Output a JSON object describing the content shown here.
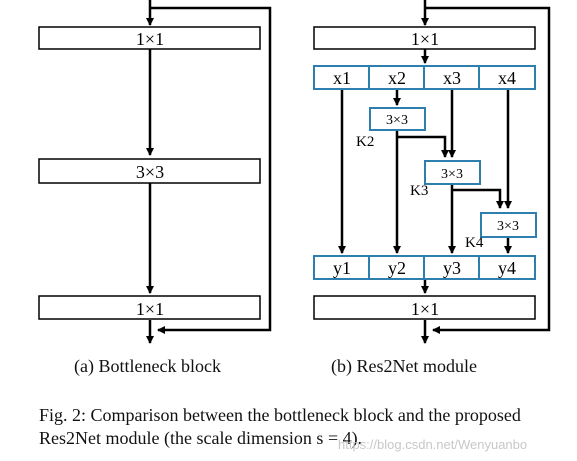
{
  "bottleneck": {
    "conv1": "1×1",
    "conv2": "3×3",
    "conv3": "1×1",
    "label": "(a) Bottleneck block"
  },
  "res2net": {
    "conv_in": "1×1",
    "splits": [
      "x1",
      "x2",
      "x3",
      "x4"
    ],
    "convs": [
      "3×3",
      "3×3",
      "3×3"
    ],
    "kernel_labels": [
      "K2",
      "K3",
      "K4"
    ],
    "outputs": [
      "y1",
      "y2",
      "y3",
      "y4"
    ],
    "conv_out": "1×1",
    "label": "(b) Res2Net module"
  },
  "caption": {
    "line1": "Fig. 2: Comparison between the bottleneck block and the proposed",
    "line2": "Res2Net module (the scale dimension s = 4)."
  },
  "watermark": "https://blog.csdn.net/Wenyuanbo",
  "colors": {
    "split_border": "#2e7fae",
    "line": "#000000"
  }
}
